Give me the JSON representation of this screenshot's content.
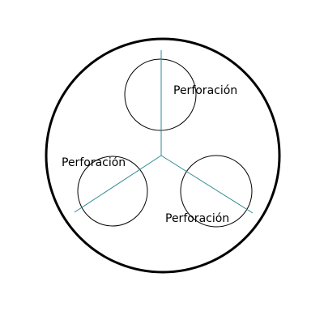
{
  "diagram": {
    "hole_labels": [
      "Perforación",
      "Perforación",
      "Perforación"
    ],
    "colors": {
      "background": "#ffffff",
      "outline": "#000000",
      "axis_lines": "#2e8b96",
      "text": "#000000"
    }
  }
}
